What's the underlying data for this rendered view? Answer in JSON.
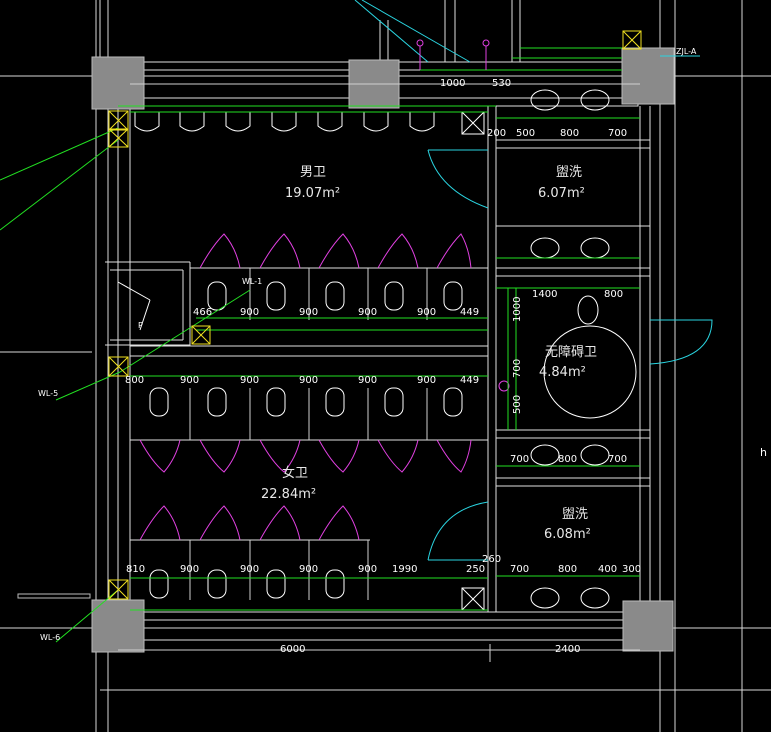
{
  "rooms": {
    "men_name": "男卫",
    "men_area": "19.07m²",
    "women_name": "女卫",
    "women_area": "22.84m²",
    "wash_top_name": "盥洗",
    "wash_top_area": "6.07m²",
    "wash_bottom_name": "盥洗",
    "wash_bottom_area": "6.08m²",
    "accessible_name": "无障碍卫",
    "accessible_area": "4.84m²"
  },
  "dims": {
    "top_1000": "1000",
    "top_530": "530",
    "w200": "200",
    "w500": "500",
    "w800": "800",
    "w700": "700",
    "a1400": "1400",
    "a800": "800",
    "v1000": "1000",
    "v700": "700",
    "v500": "500",
    "b700": "700",
    "b800": "800",
    "b700b": "700",
    "m466": "466",
    "m900": "900",
    "m449": "449",
    "f800": "800",
    "f900": "900",
    "f449": "449",
    "l810": "810",
    "l900": "900",
    "l1990": "1990",
    "l250": "250",
    "l260": "260",
    "l700": "700",
    "l800": "800",
    "l400": "400",
    "l300": "300",
    "total_6000": "6000",
    "total_2400": "2400"
  },
  "labels": {
    "zjl": "ZJL-A",
    "wl1": "WL-1",
    "wl5": "WL-5",
    "wl6": "WL-6",
    "p": "P",
    "h": "h"
  }
}
